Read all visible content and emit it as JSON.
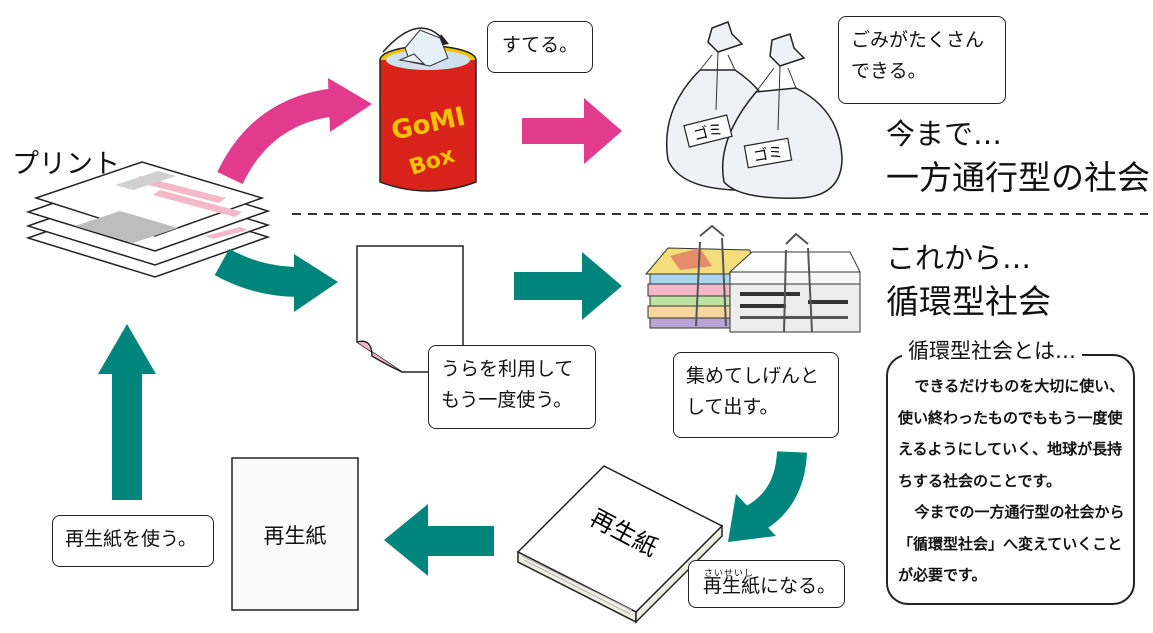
{
  "labels": {
    "print": "プリント",
    "throw_away": "すてる。",
    "lots_of_trash_line1": "ごみがたくさん",
    "lots_of_trash_line2": "できる。",
    "until_now": "今まで…",
    "one_way_society": "一方通行型の社会",
    "from_now": "これから…",
    "circular_society": "循環型社会",
    "use_back_line1": "うらを利用して",
    "use_back_line2": "もう一度使う。",
    "collect_line1": "集めてしげんと",
    "collect_line2": "して出す。",
    "recycled_paper_ruby": "さいせいし",
    "becomes_recycled": "再生紙になる。",
    "recycled_paper_label": "再生紙",
    "recycled_paper_sheet": "再生紙",
    "use_recycled": "再生紙を使う。",
    "can_text": "GoMI Box",
    "bag_label_1": "ゴミ",
    "bag_label_2": "ゴミ"
  },
  "explanation": {
    "title": "循環型社会とは…",
    "paragraph1": "できるだけものを大切に使い、使い終わったものでももう一度使えるようにしていく、地球が長持ちする社会のことです。",
    "paragraph2": "今までの一方通行型の社会から「循環型社会」へ変えていくことが必要です。"
  },
  "colors": {
    "magenta_arrow": "#e23a8c",
    "teal_arrow": "#00857d",
    "can_red": "#d8221a",
    "can_yellow": "#f2c400",
    "print_pink": "#f4b8c8",
    "print_gray": "#bdbdbd"
  },
  "icons": [
    "print-stack-icon",
    "trash-can-icon",
    "garbage-bag-icon",
    "blank-paper-icon",
    "paper-bundle-icon",
    "paper-ream-icon",
    "recycled-sheet-icon"
  ]
}
